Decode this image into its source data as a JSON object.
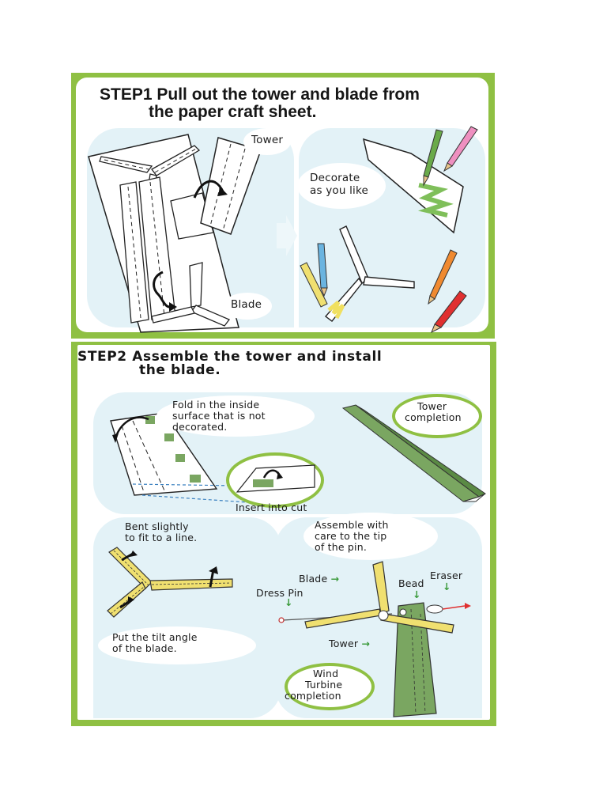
{
  "step1": {
    "title_line1": "STEP1 Pull out the tower and blade from",
    "title_line2": "the paper craft sheet.",
    "label_tower": "Tower",
    "label_blade": "Blade",
    "label_decorate_1": "Decorate",
    "label_decorate_2": "as you like"
  },
  "step2": {
    "title_line1": "STEP2 Assemble the tower and install",
    "title_line2": "the blade.",
    "fold_1": "Fold in the inside",
    "fold_2": "surface that is not",
    "fold_3": "decorated.",
    "tower_completion_1": "Tower",
    "tower_completion_2": "completion",
    "insert": "Insert into cut",
    "bent_1": "Bent slightly",
    "bent_2": "to fit to a line.",
    "tilt_1": "Put the tilt angle",
    "tilt_2": "of the blade.",
    "assemble_1": "Assemble with",
    "assemble_2": "care to the tip",
    "assemble_3": "of the pin.",
    "label_blade": "Blade",
    "label_eraser": "Eraser",
    "label_bead": "Bead",
    "label_dress_pin": "Dress Pin",
    "label_tower": "Tower",
    "completion_1": "Wind",
    "completion_2": "Turbine",
    "completion_3": "completion"
  },
  "colors": {
    "frame_green": "#8fc043",
    "sky_blue": "#e3f2f7",
    "tower_green": "#7aa661",
    "blade_yellow": "#f0e070"
  }
}
